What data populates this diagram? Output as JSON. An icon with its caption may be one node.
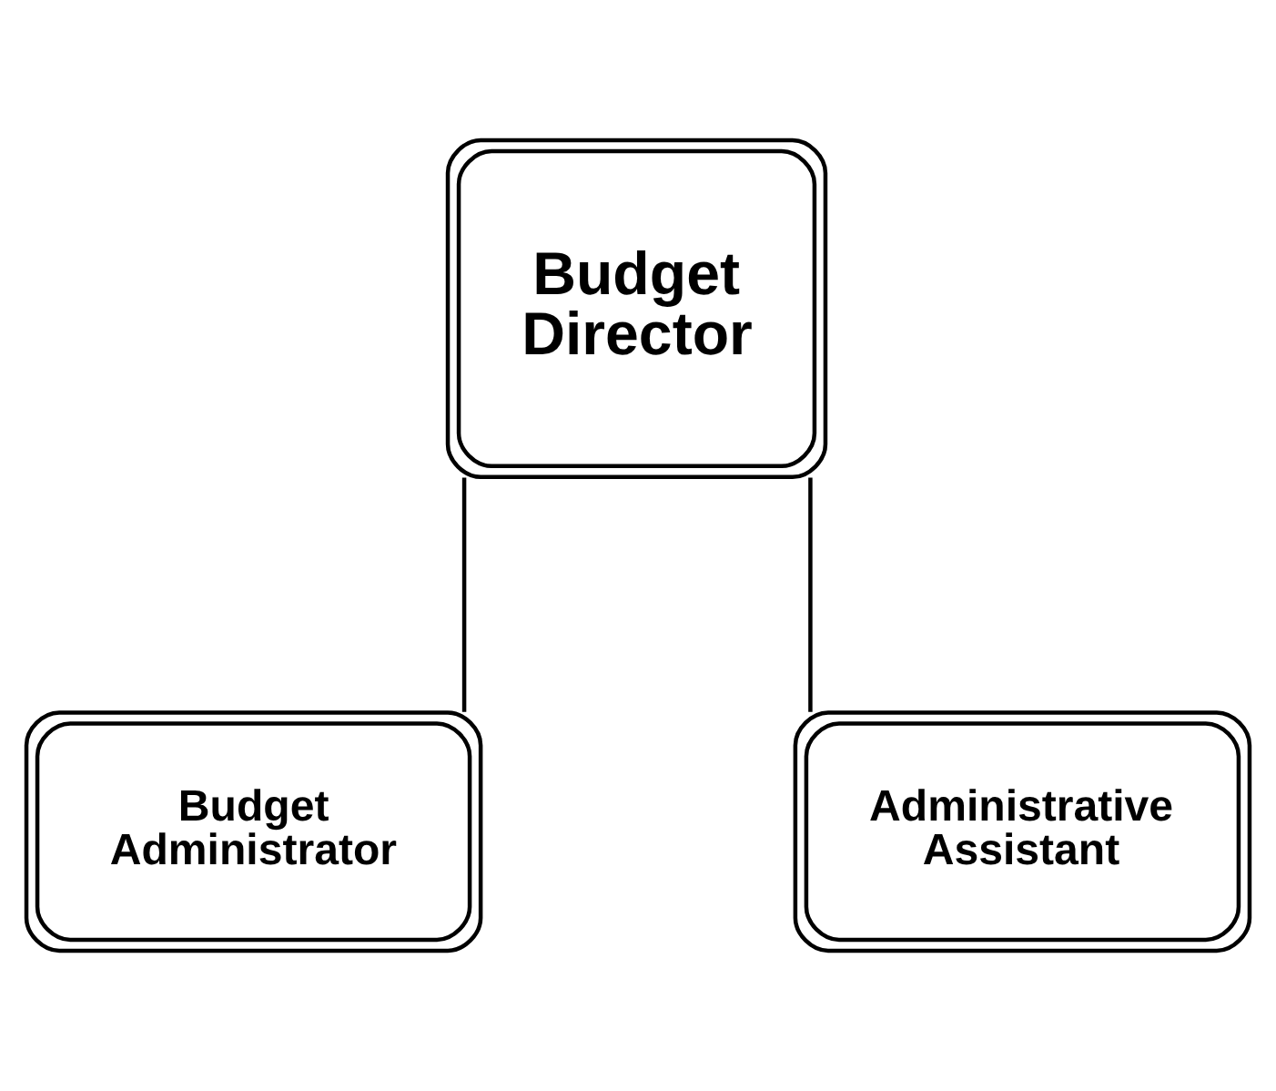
{
  "diagram": {
    "nodes": [
      {
        "text": [
          "Budget Director"
        ]
      },
      {
        "text": [
          "Budget Administrator"
        ]
      },
      {
        "text": [
          "Administrative Assistant"
        ]
      }
    ],
    "edges": [
      {
        "from": 0,
        "to": 1,
        "arrow": "none"
      },
      {
        "from": 0,
        "to": 2,
        "arrow": "none"
      }
    ]
  }
}
